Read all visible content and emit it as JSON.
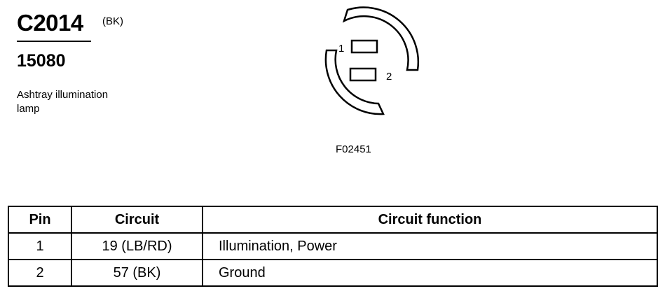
{
  "header": {
    "connector_id": "C2014",
    "connector_color": "(BK)",
    "part_number": "15080",
    "description_line1": "Ashtray illumination",
    "description_line2": "lamp"
  },
  "diagram": {
    "pin_labels": [
      "1",
      "2"
    ],
    "figure_id": "F02451"
  },
  "table": {
    "headers": [
      "Pin",
      "Circuit",
      "Circuit function"
    ],
    "rows": [
      {
        "pin": "1",
        "circuit": "19 (LB/RD)",
        "function": "Illumination, Power"
      },
      {
        "pin": "2",
        "circuit": "57 (BK)",
        "function": "Ground"
      }
    ]
  }
}
